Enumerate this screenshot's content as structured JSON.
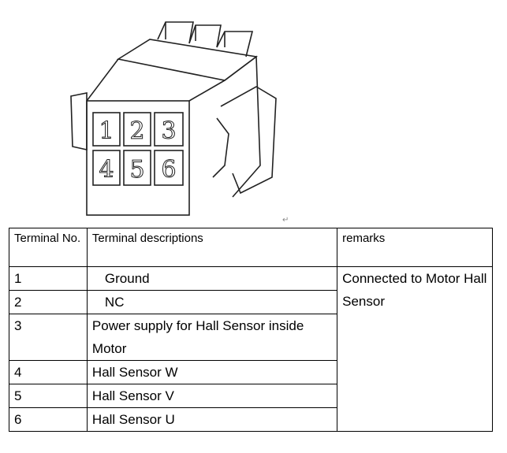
{
  "drawing": {
    "pin_labels": [
      "1",
      "2",
      "3",
      "4",
      "5",
      "6"
    ]
  },
  "table": {
    "headers": [
      "Terminal No.",
      "Terminal descriptions",
      "remarks"
    ],
    "rows": [
      {
        "no": "1",
        "desc": "Ground"
      },
      {
        "no": "2",
        "desc": "NC"
      },
      {
        "no": "3",
        "desc": "Power supply for Hall Sensor inside Motor"
      },
      {
        "no": "4",
        "desc": "Hall Sensor W"
      },
      {
        "no": "5",
        "desc": "Hall Sensor V"
      },
      {
        "no": "6",
        "desc": "Hall Sensor U"
      }
    ],
    "remarks": "Connected to Motor Hall Sensor"
  }
}
